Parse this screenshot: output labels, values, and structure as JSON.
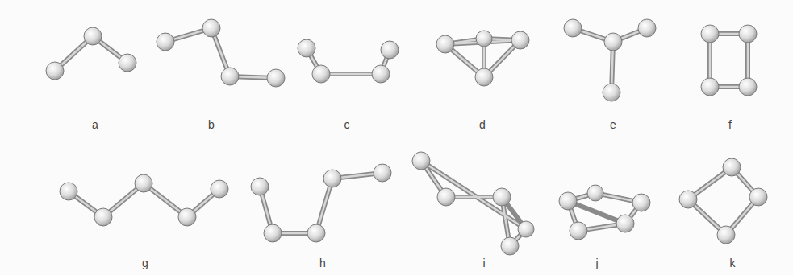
{
  "diagram": {
    "labels": [
      "a",
      "b",
      "c",
      "d",
      "e",
      "f",
      "g",
      "h",
      "i",
      "j",
      "k"
    ]
  }
}
